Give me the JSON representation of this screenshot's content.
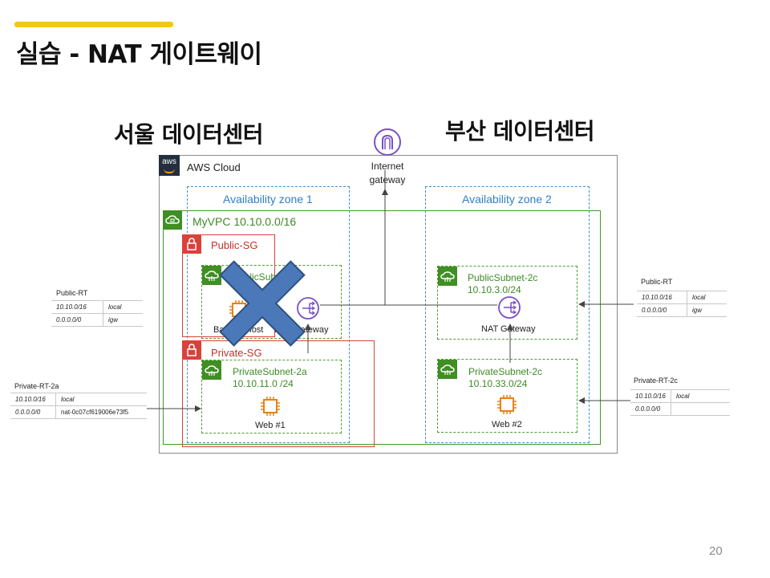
{
  "slide": {
    "title": "실습 - NAT 게이트웨이",
    "page_number": "20",
    "accent_color": "#f5c518"
  },
  "regions": {
    "seoul_label": "서울 데이터센터",
    "busan_label": "부산 데이터센터"
  },
  "diagram": {
    "cloud_label": "AWS Cloud",
    "aws_logo_text": "aws",
    "igw_label_line1": "Internet",
    "igw_label_line2": "gateway",
    "az1_label": "Availability zone 1",
    "az2_label": "Availability zone 2",
    "vpc_label": "MyVPC 10.10.0.0/16",
    "public_sg_label": "Public-SG",
    "private_sg_label": "Private-SG",
    "public_subnet_2a_label": "PublicSub",
    "bastion_label": "Bastion Host",
    "nat_gateway_2a_label": "NAT Gateway",
    "private_subnet_2a_name": "PrivateSubnet-2a",
    "private_subnet_2a_cidr": "10.10.11.0 /24",
    "web1_label": "Web #1",
    "public_subnet_2c_name": "PublicSubnet-2c",
    "public_subnet_2c_cidr": "10.10.3.0/24",
    "nat_gateway_2c_label": "NAT Gateway",
    "private_subnet_2c_name": "PrivateSubnet-2c",
    "private_subnet_2c_cidr": "10.10.33.0/24",
    "web2_label": "Web #2",
    "cross_mark": "disabled",
    "colors": {
      "vpc_green": "#3d9c28",
      "sg_red": "#d9423b",
      "az_blue": "#3f8fd2",
      "igw_purple": "#7b4fc9",
      "cross_blue": "#4a78b8",
      "cross_border": "#2e4f7c"
    }
  },
  "route_tables": {
    "public_rt_left": {
      "title": "Public-RT",
      "rows": [
        {
          "dest": "10.10.0/16",
          "target": "local"
        },
        {
          "dest": "0.0.0.0/0",
          "target": "igw"
        }
      ]
    },
    "public_rt_right": {
      "title": "Public-RT",
      "rows": [
        {
          "dest": "10.10.0/16",
          "target": "local"
        },
        {
          "dest": "0.0.0.0/0",
          "target": "igw"
        }
      ]
    },
    "private_rt_2a": {
      "title": "Private-RT-2a",
      "rows": [
        {
          "dest": "10.10.0/16",
          "target": "local"
        },
        {
          "dest": "0.0.0.0/0",
          "target": "nat-0c07cf619006e73f5"
        }
      ]
    },
    "private_rt_2c": {
      "title": "Private-RT-2c",
      "rows": [
        {
          "dest": "10.10.0/16",
          "target": "local"
        },
        {
          "dest": "0.0.0.0/0",
          "target": ""
        }
      ]
    }
  }
}
